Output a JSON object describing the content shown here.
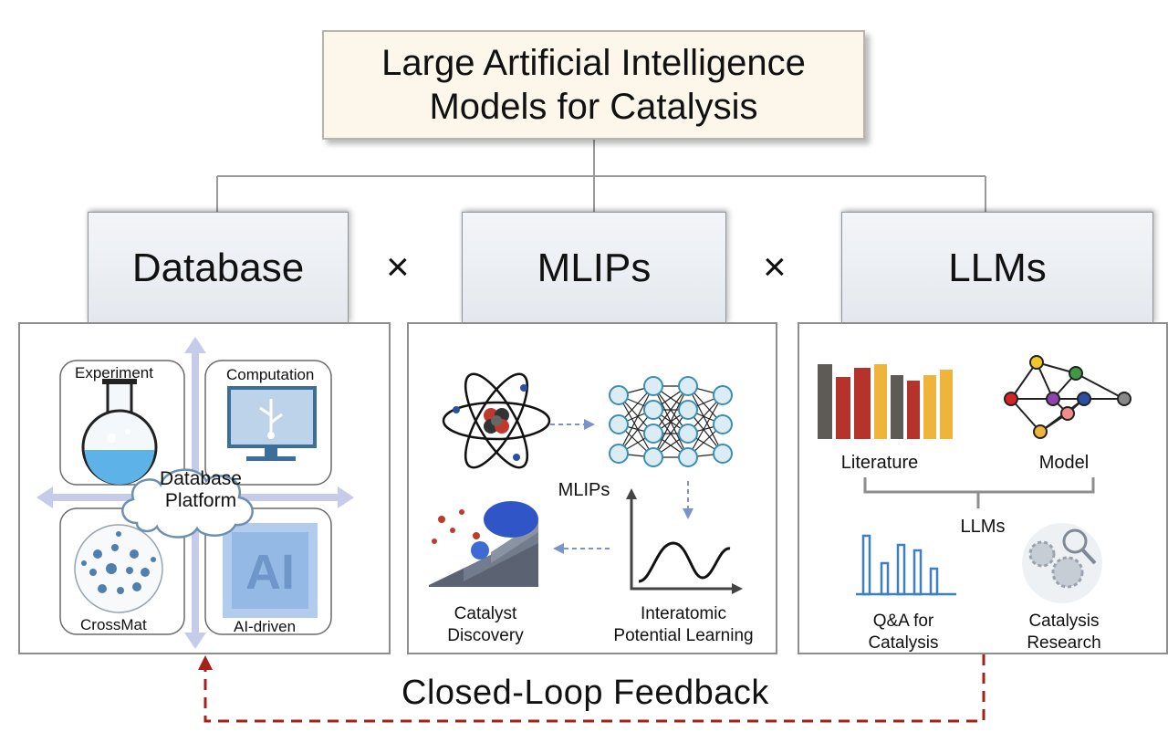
{
  "title": {
    "line1": "Large Artificial Intelligence",
    "line2": "Models for Catalysis"
  },
  "multiply_symbol": "×",
  "pillars": [
    {
      "label": "Database"
    },
    {
      "label": "MLIPs"
    },
    {
      "label": "LLMs"
    }
  ],
  "database_panel": {
    "experiment": "Experiment",
    "computation": "Computation",
    "crossmat": "CrossMat",
    "ai_driven": "AI-driven",
    "center_line1": "Database",
    "center_line2": "Platform",
    "watermark": "AI"
  },
  "mlips_panel": {
    "center_label": "MLIPs",
    "discovery_line1": "Catalyst",
    "discovery_line2": "Discovery",
    "learning_line1": "Interatomic",
    "learning_line2": "Potential Learning"
  },
  "llms_panel": {
    "literature": "Literature",
    "model": "Model",
    "center_label": "LLMs",
    "qa_line1": "Q&A for",
    "qa_line2": "Catalysis",
    "research_line1": "Catalysis",
    "research_line2": "Research"
  },
  "feedback_label": "Closed-Loop  Feedback",
  "colors": {
    "title_fill": "#fcf7ea",
    "feedback_line": "#a52019",
    "arrow_light": "#c5cbe8",
    "book_gray": "#5e5a55",
    "book_red": "#b5332b",
    "book_yellow": "#efb53a",
    "bar_blue": "#3c7fc2"
  }
}
